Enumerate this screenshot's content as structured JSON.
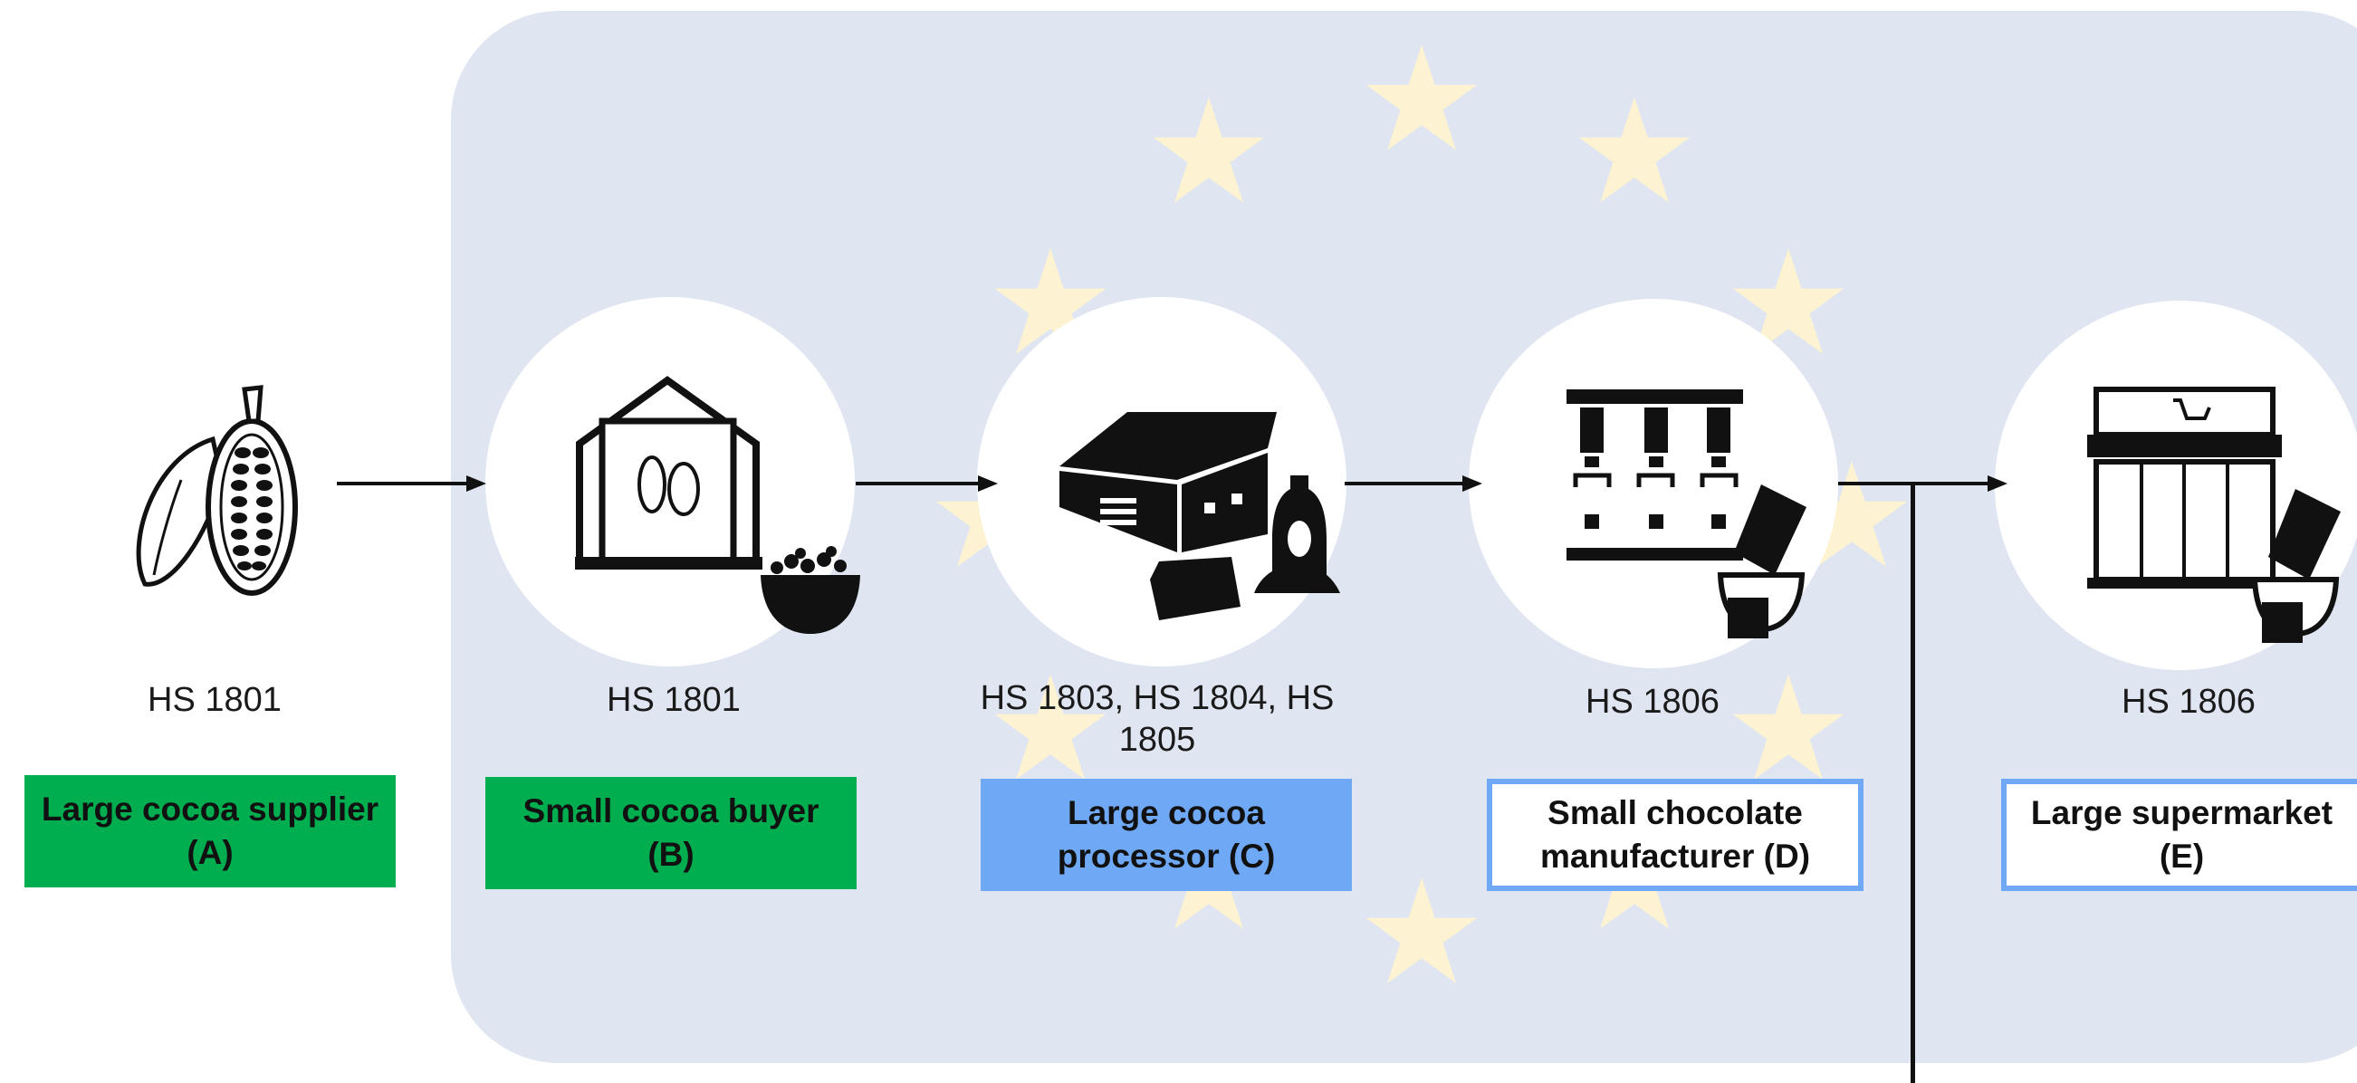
{
  "colors": {
    "background": "#ffffff",
    "eu_region": "#dfe5f1",
    "star": "#fdf3d2",
    "box_green": "#00ad4f",
    "box_blue": "#6fa9f5",
    "box_white": "#ffffff",
    "box_border_blue": "#6fa9f5",
    "line": "#111111"
  },
  "background": {
    "region_name": "EU",
    "star_icon": "star-icon"
  },
  "nodes": [
    {
      "id": "A",
      "icon": "cocoa-pod-icon",
      "hs_code": "HS 1801",
      "label": "Large cocoa supplier (A)",
      "box_style": "green"
    },
    {
      "id": "B",
      "icon": "warehouse-icon",
      "hs_code": "HS 1801",
      "label": "Small cocoa buyer (B)",
      "box_style": "green"
    },
    {
      "id": "C",
      "icon": "factory-icon",
      "hs_code": "HS 1803, HS 1804, HS 1805",
      "label": "Large cocoa processor (C)",
      "box_style": "blue"
    },
    {
      "id": "D",
      "icon": "production-line-icon",
      "hs_code": "HS 1806",
      "label": "Small chocolate manufacturer (D)",
      "box_style": "white"
    },
    {
      "id": "E",
      "icon": "supermarket-icon",
      "hs_code": "HS 1806",
      "label": "Large supermarket (E)",
      "box_style": "white"
    }
  ],
  "flows": [
    {
      "from": "A",
      "to": "B"
    },
    {
      "from": "B",
      "to": "C"
    },
    {
      "from": "C",
      "to": "D"
    },
    {
      "from": "D",
      "to": "E"
    }
  ]
}
